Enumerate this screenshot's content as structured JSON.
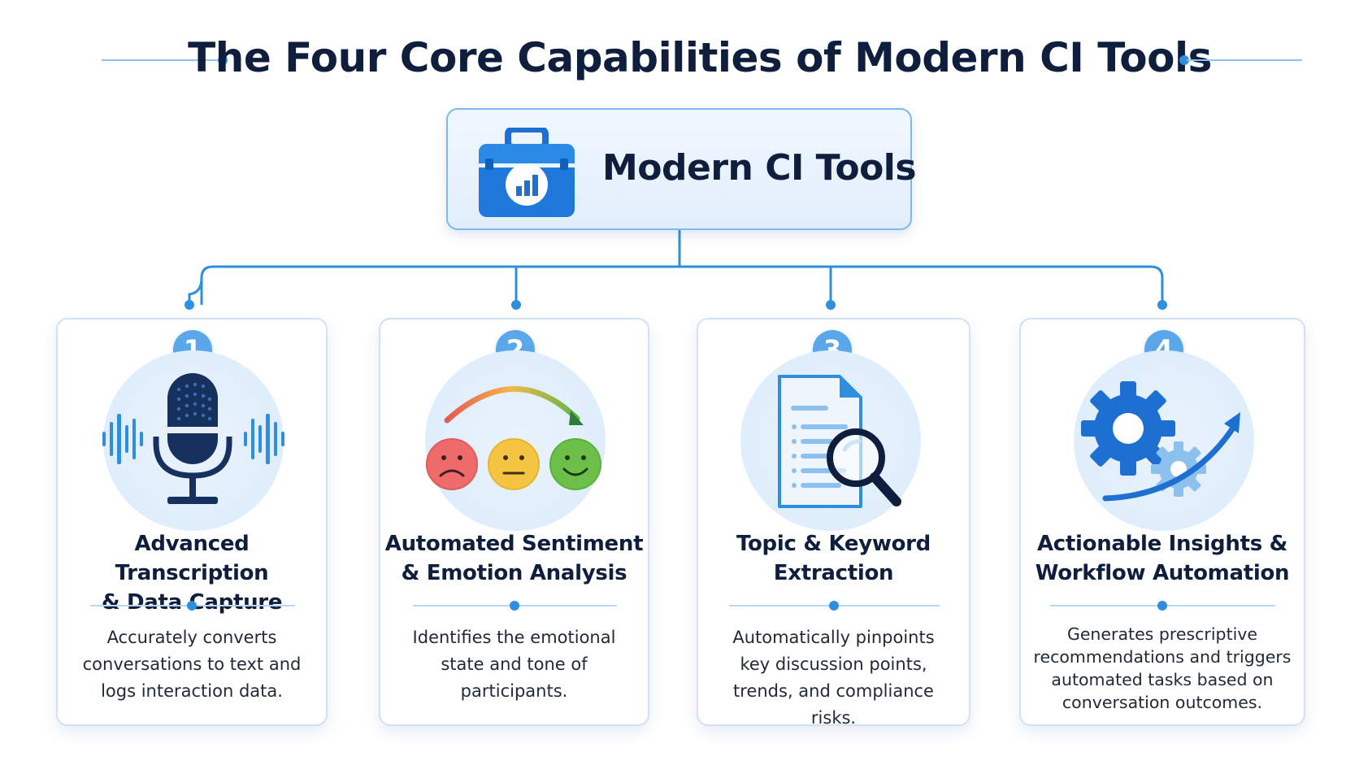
{
  "title": "The Four Core Capabilities of Modern CI Tools",
  "hub": {
    "label": "Modern CI Tools",
    "icon": "toolbox-chart-icon"
  },
  "colors": {
    "accent": "#2f8ee0",
    "badge": "#5aa7ec",
    "text": "#0f1e3d",
    "sad": "#ef6b6b",
    "neutral": "#f4c542",
    "happy": "#6cc04a"
  },
  "capabilities": [
    {
      "number": "1",
      "title_line1": "Advanced Transcription",
      "title_line2": "& Data Capture",
      "description": "Accurately converts conversations to text and logs interaction data.",
      "icon": "microphone-icon"
    },
    {
      "number": "2",
      "title_line1": "Automated Sentiment",
      "title_line2": "& Emotion Analysis",
      "description": "Identifies the emotional state and tone of participants.",
      "icon": "emotion-faces-icon"
    },
    {
      "number": "3",
      "title_line1": "Topic & Keyword",
      "title_line2": "Extraction",
      "description": "Automatically pinpoints key discussion points, trends, and compliance risks.",
      "icon": "document-search-icon"
    },
    {
      "number": "4",
      "title_line1": "Actionable Insights &",
      "title_line2": "Workflow Automation",
      "description": "Generates prescriptive recommendations and triggers automated tasks based on conversation outcomes.",
      "icon": "gears-growth-icon"
    }
  ]
}
